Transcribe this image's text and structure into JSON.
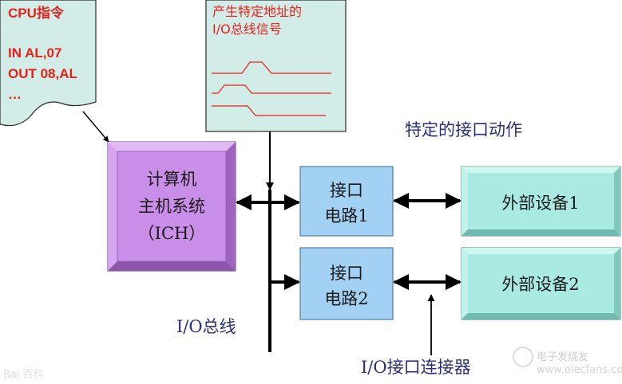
{
  "cpu_note": {
    "title": "CPU指令",
    "lines": [
      "IN AL,07",
      "OUT 08,AL",
      "…"
    ]
  },
  "signal_note": {
    "lines": [
      "产生特定地址的",
      "I/O总线信号"
    ]
  },
  "host": {
    "lines": [
      "计算机",
      "主机系统",
      "（ICH）"
    ]
  },
  "interfaces": [
    {
      "lines": [
        "接口",
        "电路1"
      ]
    },
    {
      "lines": [
        "接口",
        "电路2"
      ]
    }
  ],
  "devices": [
    {
      "label": "外部设备1"
    },
    {
      "label": "外部设备2"
    }
  ],
  "labels": {
    "specific_action": "特定的接口动作",
    "io_bus": "I/O总线",
    "io_connector": "I/O接口连接器"
  },
  "watermarks": {
    "left": "Bai 百科",
    "right": "电子发烧友",
    "right_url": "www.elecfans.com"
  },
  "colors": {
    "note_fill": "#d2ece7",
    "host_fill": "#c98fe8",
    "interface_fill": "#a3d1f3",
    "device_fill": "#a9ebe3",
    "signal_line": "#e8201a",
    "note_text": "#e8201a",
    "navy_text": "#2a2f7a"
  }
}
